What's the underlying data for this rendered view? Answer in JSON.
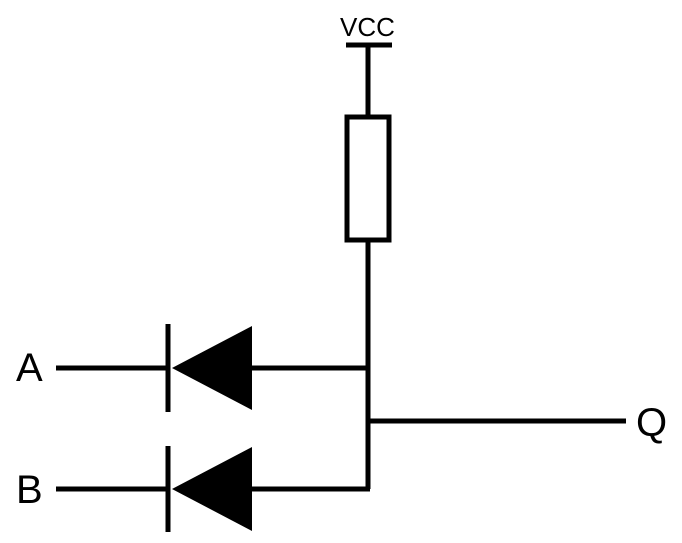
{
  "diagram": {
    "supply_label": "VCC",
    "input_a_label": "A",
    "input_b_label": "B",
    "output_label": "Q"
  },
  "colors": {
    "ink": "#000000",
    "background": "#ffffff"
  }
}
